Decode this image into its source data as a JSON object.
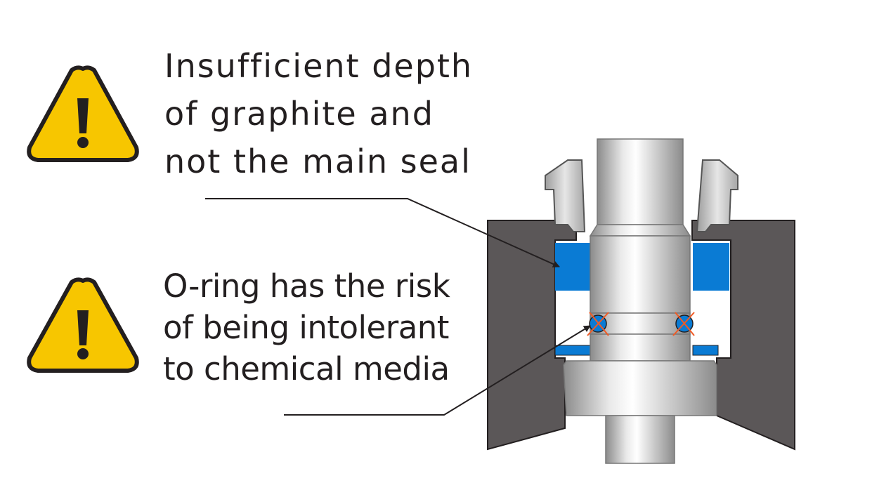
{
  "warnings": [
    {
      "icon": "warning-triangle-icon",
      "lines": [
        "Insufficient depth",
        "of graphite and",
        "not the main seal"
      ]
    },
    {
      "icon": "warning-triangle-icon",
      "lines": [
        "O-ring has the risk",
        "of being intolerant",
        "to chemical media"
      ]
    }
  ],
  "colors": {
    "warning_fill": "#f7c600",
    "warning_stroke": "#231f20",
    "body_dark": "#5b5758",
    "graphite_blue": "#0a7bd4",
    "steel_light": "#f2f2f2",
    "steel_dark": "#8d8d8d",
    "oring_marker": "#f05a24",
    "leader_line": "#231f20"
  }
}
